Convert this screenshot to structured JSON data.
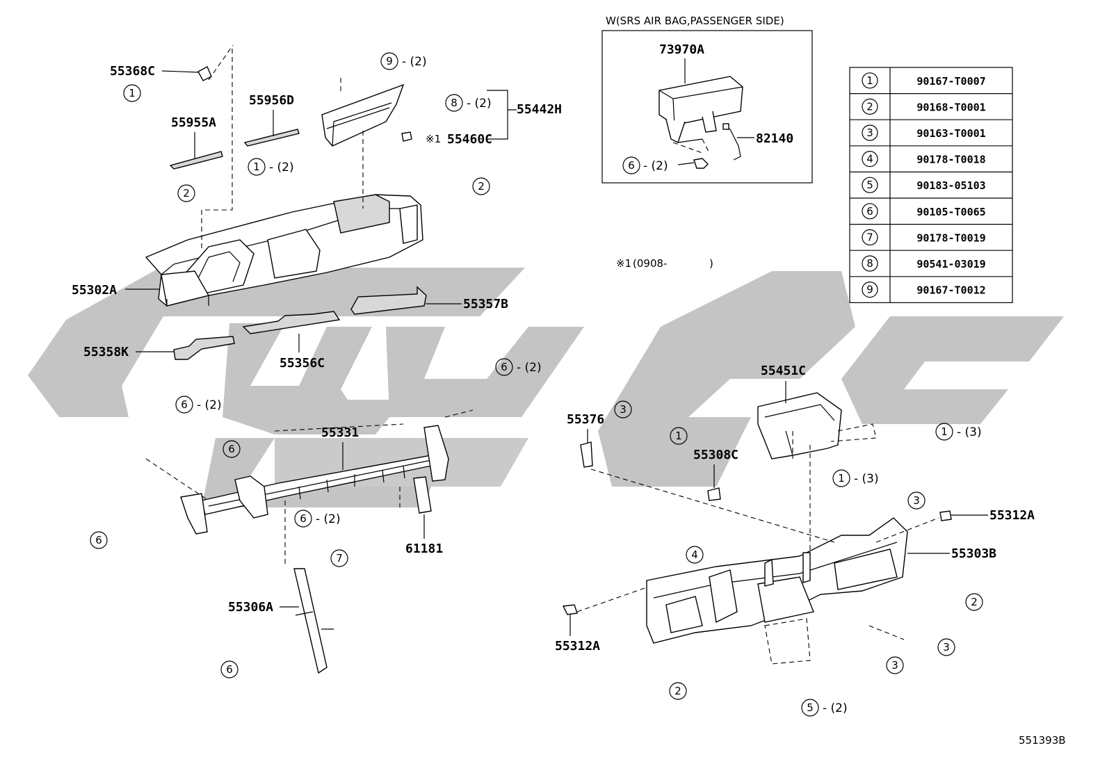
{
  "inset": {
    "title": "W(SRS AIR BAG,PASSENGER SIDE)",
    "parts": [
      "73970A",
      "82140"
    ],
    "callout": {
      "num": "6",
      "qty": "- (2)"
    }
  },
  "note": {
    "mark": "※1",
    "text": "(0908-",
    "close": ")"
  },
  "parts_table": [
    {
      "num": "1",
      "part": "90167-T0007"
    },
    {
      "num": "2",
      "part": "90168-T0001"
    },
    {
      "num": "3",
      "part": "90163-T0001"
    },
    {
      "num": "4",
      "part": "90178-T0018"
    },
    {
      "num": "5",
      "part": "90183-05103"
    },
    {
      "num": "6",
      "part": "90105-T0065"
    },
    {
      "num": "7",
      "part": "90178-T0019"
    },
    {
      "num": "8",
      "part": "90541-03019"
    },
    {
      "num": "9",
      "part": "90167-T0012"
    }
  ],
  "labels": {
    "p55368C": "55368C",
    "p55956D": "55956D",
    "p55955A": "55955A",
    "p55442H": "55442H",
    "p55460C": "55460C",
    "p55460C_mark": "※1",
    "p55302A": "55302A",
    "p55357B": "55357B",
    "p55358K": "55358K",
    "p55356C": "55356C",
    "p55331": "55331",
    "p61181": "61181",
    "p55306A": "55306A",
    "p55451C": "55451C",
    "p55376": "55376",
    "p55308C": "55308C",
    "p55312A_a": "55312A",
    "p55303B": "55303B",
    "p55312A_b": "55312A"
  },
  "callouts": [
    {
      "id": "c1",
      "num": "1",
      "qty": ""
    },
    {
      "id": "c2",
      "num": "9",
      "qty": "- (2)"
    },
    {
      "id": "c3",
      "num": "8",
      "qty": "- (2)"
    },
    {
      "id": "c4",
      "num": "1",
      "qty": "- (2)"
    },
    {
      "id": "c5",
      "num": "2",
      "qty": ""
    },
    {
      "id": "c6",
      "num": "2",
      "qty": ""
    },
    {
      "id": "c7",
      "num": "6",
      "qty": "- (2)"
    },
    {
      "id": "c8",
      "num": "6",
      "qty": "- (2)"
    },
    {
      "id": "c9",
      "num": "6",
      "qty": ""
    },
    {
      "id": "c10",
      "num": "6",
      "qty": "- (2)"
    },
    {
      "id": "c11",
      "num": "6",
      "qty": ""
    },
    {
      "id": "c12",
      "num": "7",
      "qty": ""
    },
    {
      "id": "c13",
      "num": "6",
      "qty": ""
    },
    {
      "id": "c14",
      "num": "3",
      "qty": ""
    },
    {
      "id": "c15",
      "num": "1",
      "qty": ""
    },
    {
      "id": "c16",
      "num": "1",
      "qty": "- (3)"
    },
    {
      "id": "c17",
      "num": "1",
      "qty": "- (3)"
    },
    {
      "id": "c18",
      "num": "3",
      "qty": ""
    },
    {
      "id": "c19",
      "num": "4",
      "qty": ""
    },
    {
      "id": "c20",
      "num": "2",
      "qty": ""
    },
    {
      "id": "c21",
      "num": "3",
      "qty": ""
    },
    {
      "id": "c22",
      "num": "3",
      "qty": ""
    },
    {
      "id": "c23",
      "num": "2",
      "qty": ""
    },
    {
      "id": "c24",
      "num": "5",
      "qty": "- (2)"
    }
  ],
  "illustration_code": "551393B",
  "colors": {
    "watermark": "#c4c4c4",
    "line": "#000000"
  }
}
